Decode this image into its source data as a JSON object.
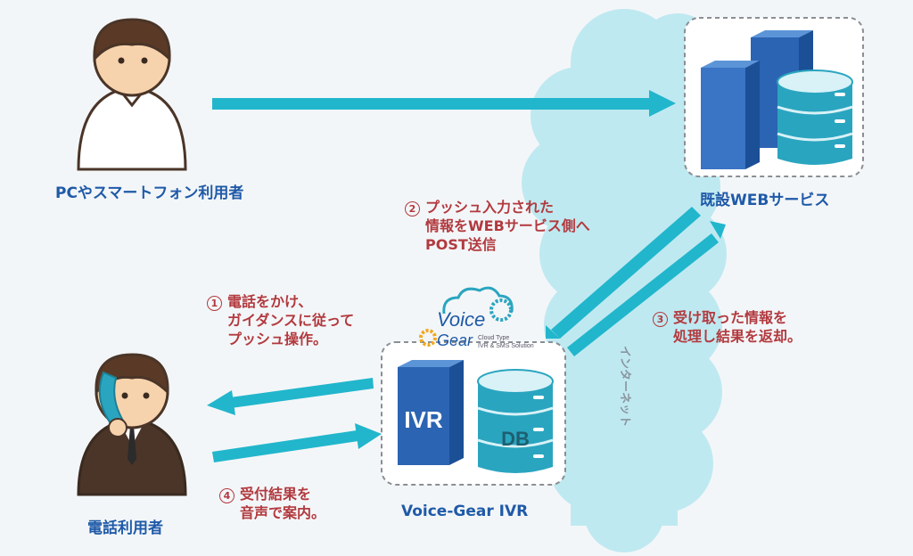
{
  "colors": {
    "background": "#f3f6f8",
    "cloud": "#bfe9f1",
    "arrow": "#21b6cc",
    "server_dark": "#1f5aa8",
    "server_light": "#3b7fd0",
    "db_teal": "#2aa5c0",
    "label_blue": "#1f5aa8",
    "label_red": "#b23a3f"
  },
  "nodes": {
    "pc_user": "PCやスマートフォン利用者",
    "web_service": "既設WEBサービス",
    "phone_user": "電話利用者",
    "ivr": "Voice-Gear IVR"
  },
  "ivr_box": {
    "ivr_text": "IVR",
    "db_text": "DB"
  },
  "logo": {
    "voice": "Voice",
    "gear": "Gear",
    "tagline_1": "Cloud Type",
    "tagline_2": "IVR & SMS Solution"
  },
  "internet_label": "インターネット",
  "steps": [
    {
      "num": "1",
      "lines": [
        "電話をかけ、",
        "ガイダンスに従って",
        "プッシュ操作。"
      ]
    },
    {
      "num": "2",
      "lines": [
        "プッシュ入力された",
        "情報をWEBサービス側へ",
        "POST送信"
      ]
    },
    {
      "num": "3",
      "lines": [
        "受け取った情報を",
        "処理し結果を返却。"
      ]
    },
    {
      "num": "4",
      "lines": [
        "受付結果を",
        "音声で案内。"
      ]
    }
  ]
}
